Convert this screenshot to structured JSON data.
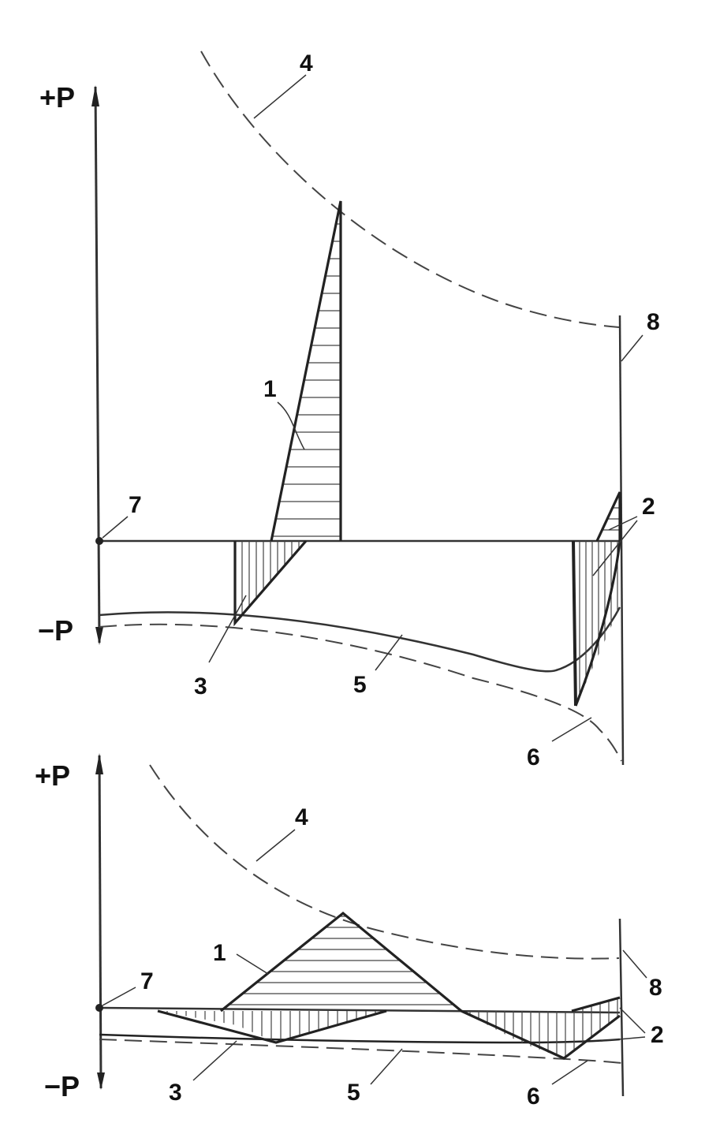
{
  "diagrams": [
    {
      "id": "upper",
      "axis": {
        "plus_label": "+P",
        "minus_label": "−P"
      },
      "callouts": [
        "4",
        "8",
        "1",
        "7",
        "2",
        "3",
        "5",
        "6"
      ]
    },
    {
      "id": "lower",
      "axis": {
        "plus_label": "+P",
        "minus_label": "−P"
      },
      "callouts": [
        "4",
        "1",
        "7",
        "8",
        "2",
        "3",
        "5",
        "6"
      ]
    }
  ],
  "colors": {
    "ink": "#222222",
    "background": "#ffffff"
  }
}
